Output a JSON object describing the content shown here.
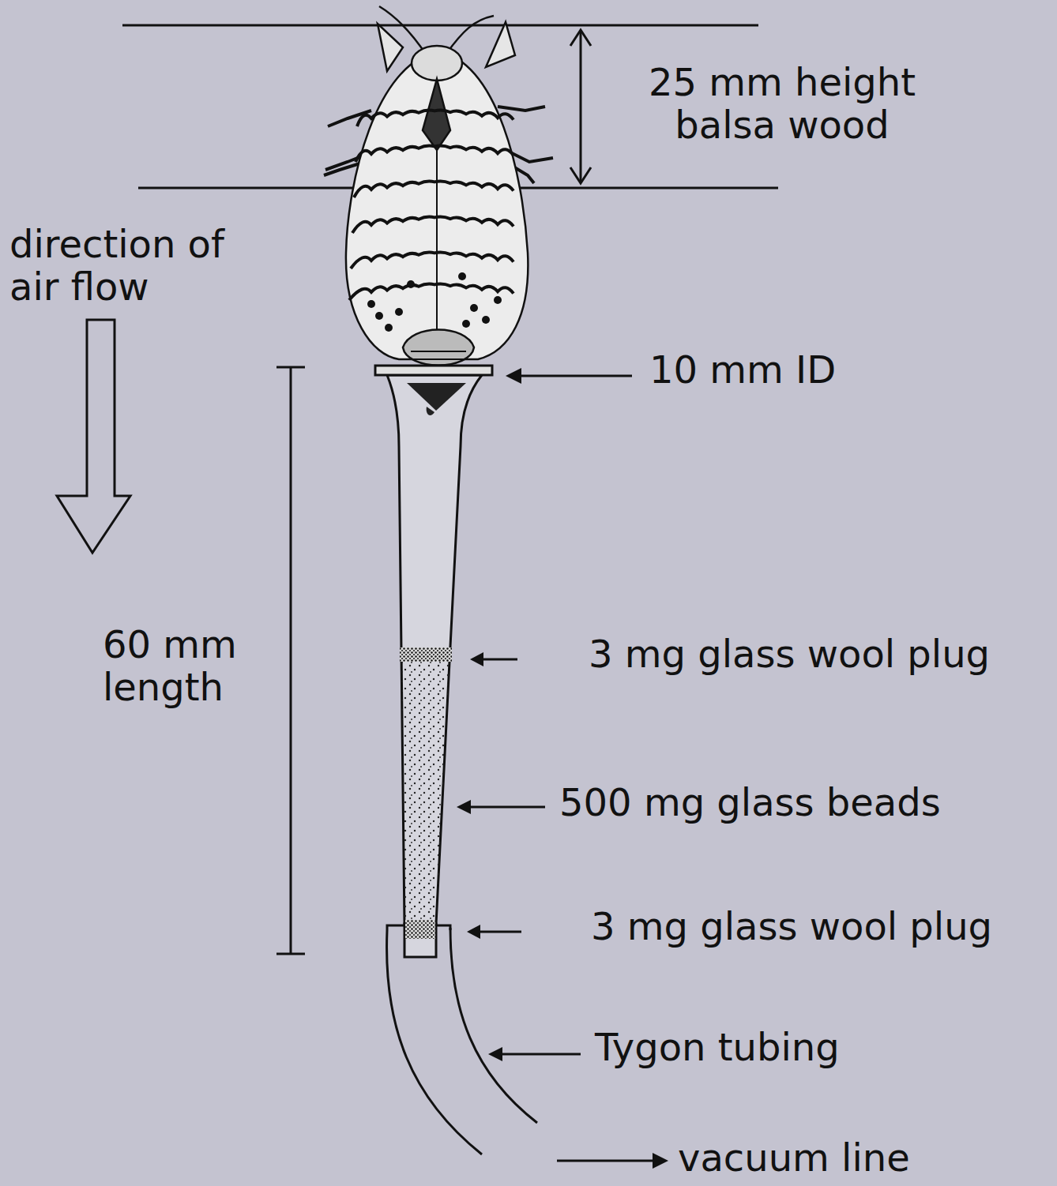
{
  "diagram": {
    "labels": [
      "25 mm height balsa wood",
      "direction of air flow",
      "10 mm ID",
      "60 mm length",
      "3 mg glass wool plug",
      "500 mg glass beads",
      "3 mg glass wool plug",
      "Tygon tubing",
      "vacuum line"
    ]
  }
}
